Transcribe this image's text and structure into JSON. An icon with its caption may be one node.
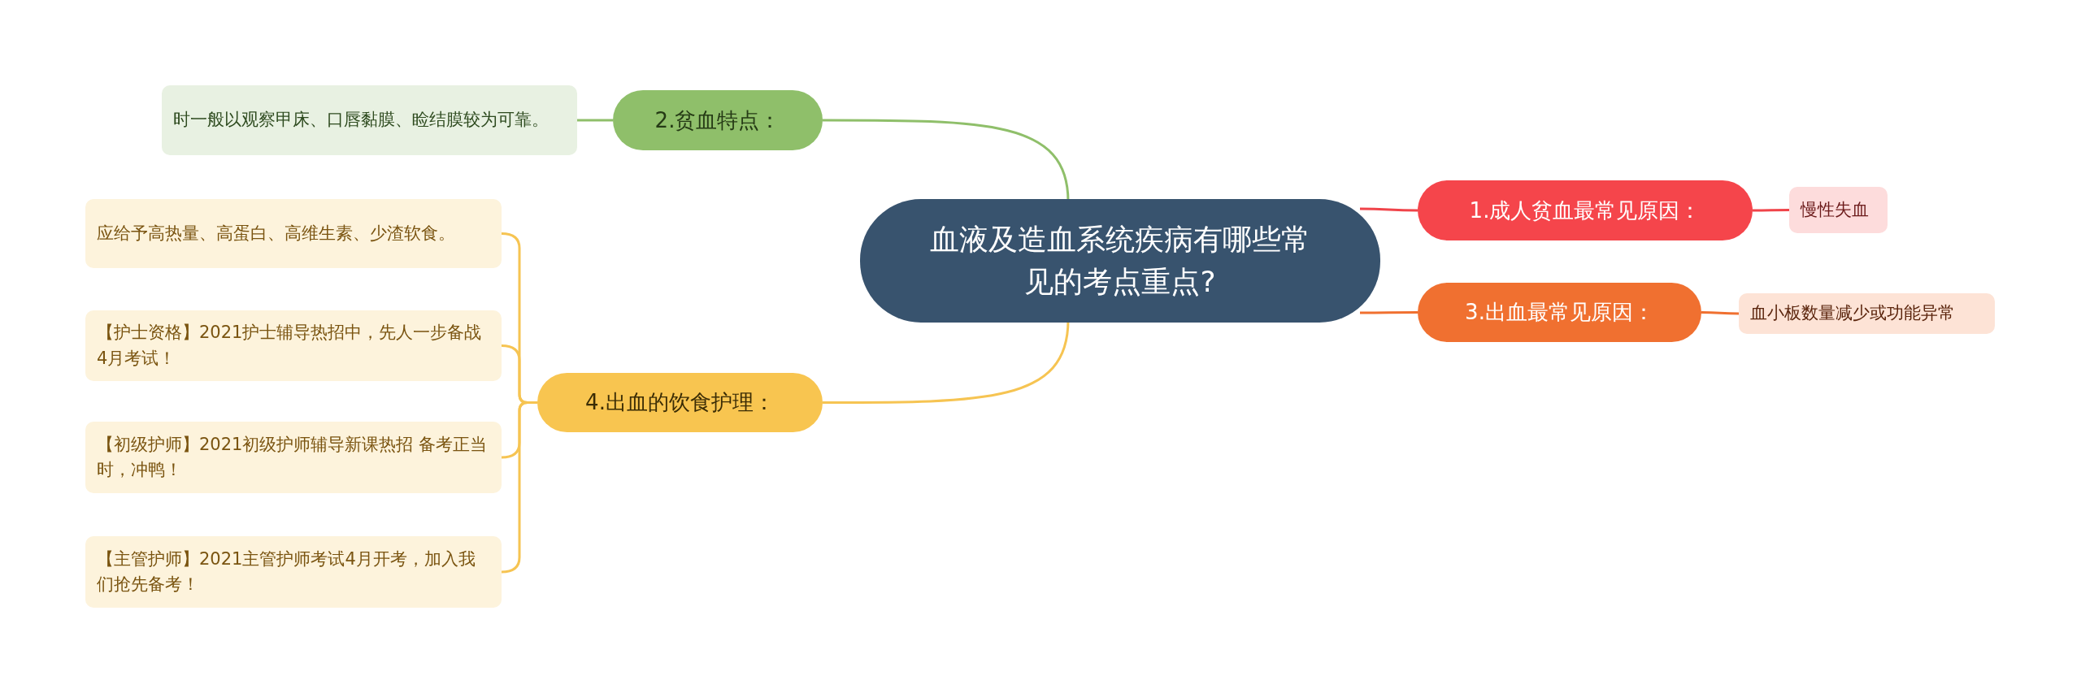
{
  "diagram": {
    "nodes": [
      {
        "text": [
          "血液及造血系统疾病有哪些常见的考点重点?"
        ]
      },
      {
        "text": [
          "1.成人贫血最常见原因："
        ]
      },
      {
        "text": [
          "慢性失血"
        ]
      },
      {
        "text": [
          "2.贫血特点："
        ]
      },
      {
        "text": [
          "时一般以观察甲床、口唇黏膜、睑结膜较为可靠。"
        ]
      },
      {
        "text": [
          "3.出血最常见原因："
        ]
      },
      {
        "text": [
          "血小板数量减少或功能异常"
        ]
      },
      {
        "text": [
          "4.出血的饮食护理："
        ]
      },
      {
        "text": [
          "应给予高热量、高蛋白、高维生素、少渣软食。"
        ]
      },
      {
        "text": [
          "【护士资格】2021护士辅导热招中，先人一步备战4月考试！"
        ]
      },
      {
        "text": [
          "【初级护师】2021初级护师辅导新课热招 备考正当时，冲鸭！"
        ]
      },
      {
        "text": [
          "【主管护师】2021主管护师考试4月开考，加入我们抢先备考！"
        ]
      }
    ],
    "edges": [
      {
        "from": 0,
        "to": 1,
        "arrow": "none",
        "color": "#f0444a"
      },
      {
        "from": 1,
        "to": 2,
        "arrow": "none",
        "color": "#f0444a"
      },
      {
        "from": 0,
        "to": 3,
        "arrow": "none",
        "color": "#8fbf6a"
      },
      {
        "from": 3,
        "to": 4,
        "arrow": "none",
        "color": "#8fbf6a"
      },
      {
        "from": 0,
        "to": 5,
        "arrow": "none",
        "color": "#f07030"
      },
      {
        "from": 5,
        "to": 6,
        "arrow": "none",
        "color": "#f07030"
      },
      {
        "from": 0,
        "to": 7,
        "arrow": "none",
        "color": "#f6c452"
      },
      {
        "from": 7,
        "to": 8,
        "arrow": "none",
        "color": "#f6c452"
      },
      {
        "from": 7,
        "to": 9,
        "arrow": "none",
        "color": "#f6c452"
      },
      {
        "from": 7,
        "to": 10,
        "arrow": "none",
        "color": "#f6c452"
      },
      {
        "from": 7,
        "to": 11,
        "arrow": "none",
        "color": "#f6c452"
      }
    ]
  }
}
